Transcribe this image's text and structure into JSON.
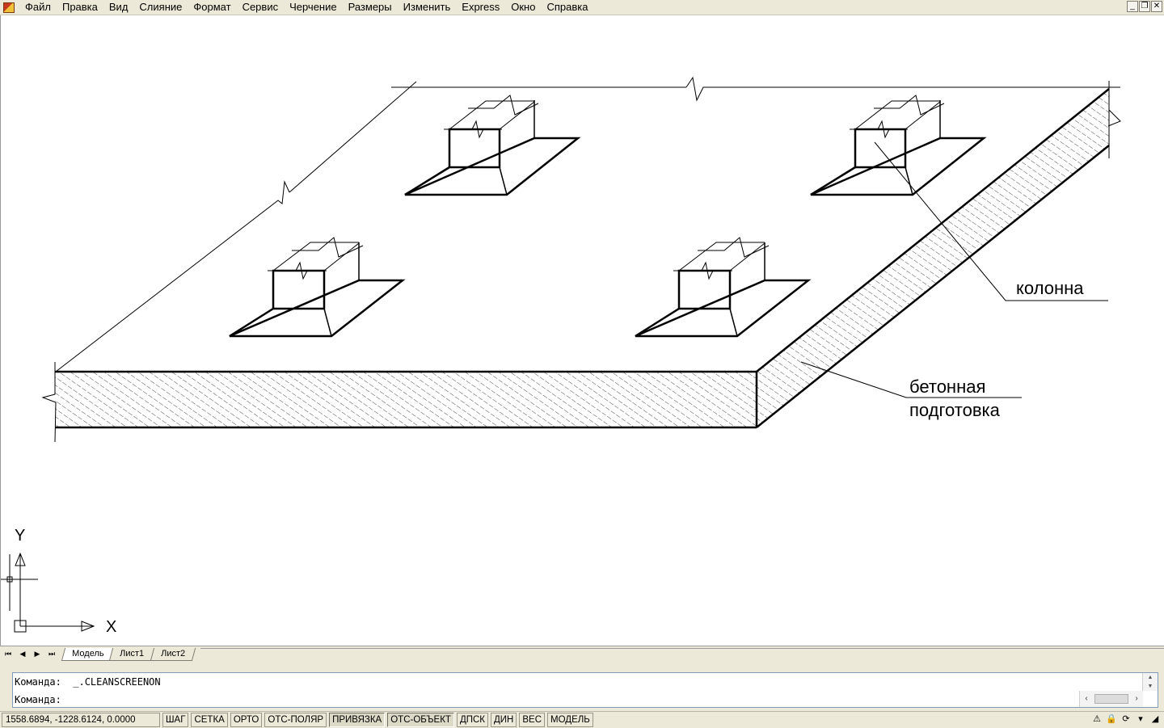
{
  "menu": {
    "items": [
      "Файл",
      "Правка",
      "Вид",
      "Слияние",
      "Формат",
      "Сервис",
      "Черчение",
      "Размеры",
      "Изменить",
      "Express",
      "Окно",
      "Справка"
    ]
  },
  "window_controls": [
    "_",
    "❐",
    "✕"
  ],
  "drawing": {
    "label_column": "колонна",
    "label_concrete_line1": "бетонная",
    "label_concrete_line2": "подготовка",
    "ucs_y": "Y",
    "ucs_x": "X"
  },
  "tabs": {
    "nav": [
      "⏮",
      "◀",
      "▶",
      "⏭"
    ],
    "items": [
      "Модель",
      "Лист1",
      "Лист2"
    ],
    "active": "Модель"
  },
  "command": {
    "history": "Команда:  _.CLEANSCREENON",
    "prompt": "Команда:"
  },
  "status": {
    "coords": "1558.6894, -1228.6124, 0.0000",
    "toggles": [
      {
        "label": "ШАГ",
        "on": false
      },
      {
        "label": "СЕТКА",
        "on": false
      },
      {
        "label": "ОРТО",
        "on": false
      },
      {
        "label": "ОТС-ПОЛЯР",
        "on": false
      },
      {
        "label": "ПРИВЯЗКА",
        "on": true
      },
      {
        "label": "ОТС-ОБЪЕКТ",
        "on": true
      },
      {
        "label": "ДПСК",
        "on": false
      },
      {
        "label": "ДИН",
        "on": false
      },
      {
        "label": "ВЕС",
        "on": false
      },
      {
        "label": "МОДЕЛЬ",
        "on": false
      }
    ]
  }
}
